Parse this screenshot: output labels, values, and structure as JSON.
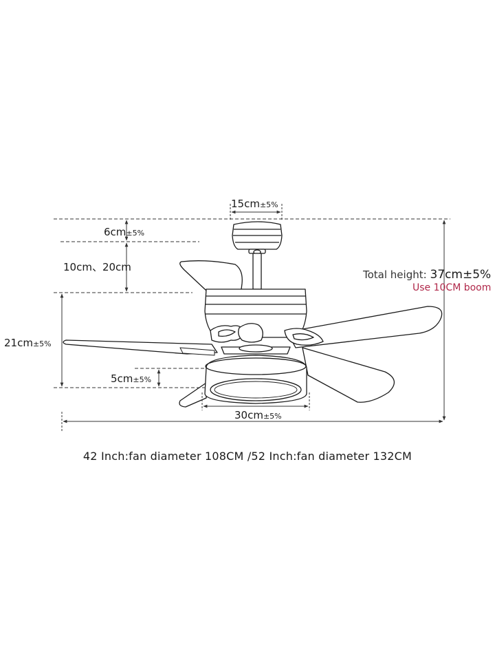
{
  "labels": {
    "canopy_width": {
      "main": "15cm",
      "tol": "±5%"
    },
    "canopy_height": {
      "main": "6cm",
      "tol": "±5%"
    },
    "downrod": {
      "main": "10cm、20cm"
    },
    "motor_height": {
      "main": "21cm",
      "tol": "±5%"
    },
    "light_height": {
      "main": "5cm",
      "tol": "±5%"
    },
    "light_diameter": {
      "main": "30cm",
      "tol": "±5%"
    }
  },
  "total_height": {
    "prefix": "Total height: ",
    "value": "37cm±5%"
  },
  "boom_note": "Use 10CM boom",
  "caption": "42 Inch:fan diameter 108CM /52 Inch:fan diameter 132CM",
  "colors": {
    "ink": "#1a1a1a",
    "accent": "#b0284a",
    "dim_line": "#333333"
  }
}
